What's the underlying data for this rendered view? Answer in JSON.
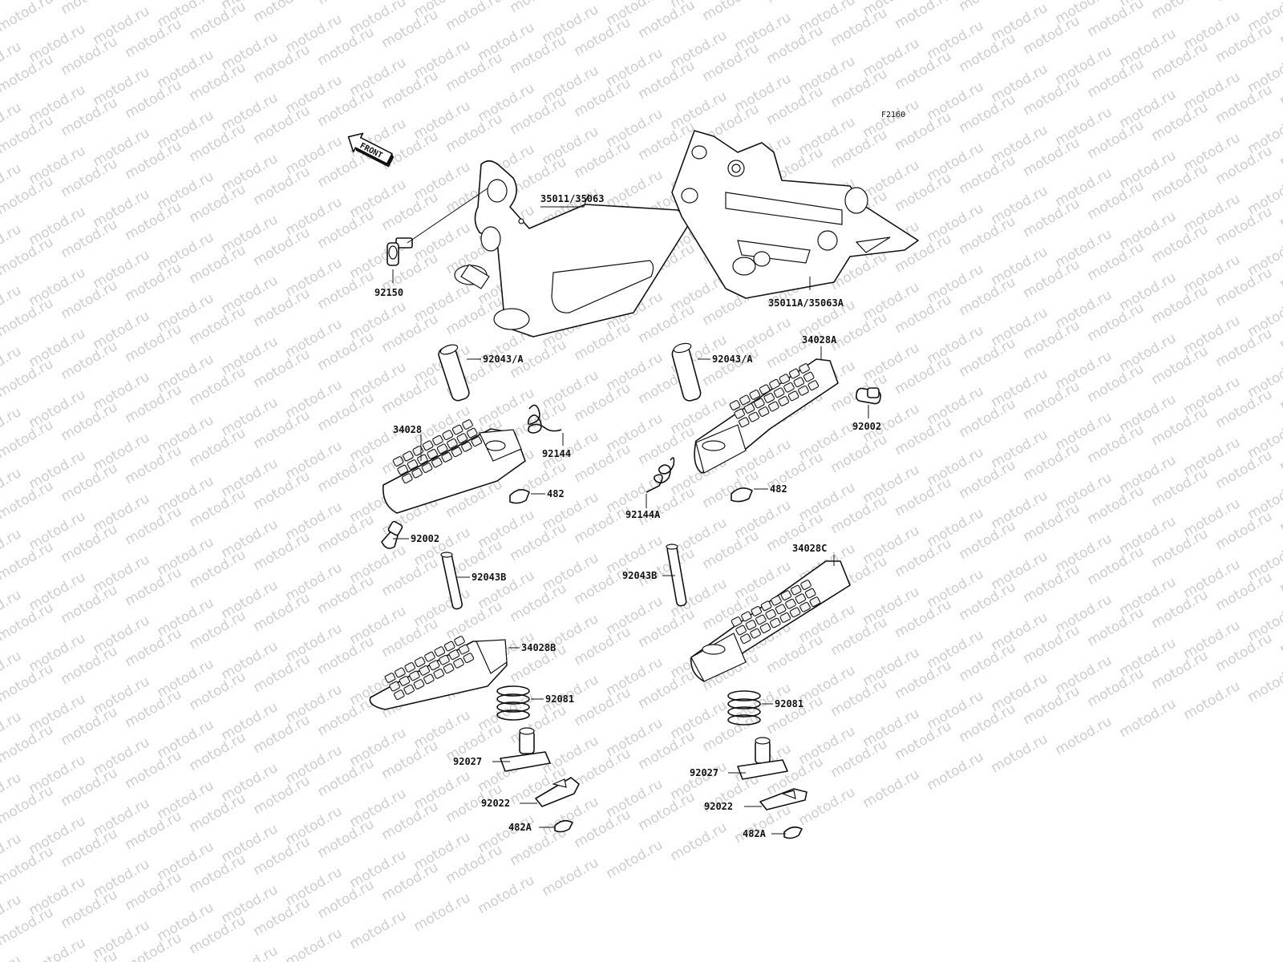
{
  "diagram": {
    "code": "F2160",
    "front_arrow_label": "FRONT",
    "watermark_text": "motod.ru",
    "labels": {
      "bracket_left": "35011/35063",
      "bracket_right": "35011A/35063A",
      "bolt_left": "92150",
      "pin_front_left": "92043/A",
      "pin_front_right": "92043/A",
      "peg_front_left": "34028",
      "peg_front_right": "34028A",
      "spring_front_left": "92144",
      "spring_front_right": "92144A",
      "clip_front_left": "482",
      "clip_front_right": "482",
      "stopper_right": "92002",
      "stopper_left": "92002",
      "pin_rear_left": "92043B",
      "pin_rear_right": "92043B",
      "peg_rear_left": "34028B",
      "peg_rear_right": "34028C",
      "coil_rear_left": "92081",
      "coil_rear_right": "92081",
      "collar_rear_left": "92027",
      "collar_rear_right": "92027",
      "plate_rear_left": "92022",
      "plate_rear_right": "92022",
      "clip_rear_left": "482A",
      "clip_rear_right": "482A"
    }
  }
}
